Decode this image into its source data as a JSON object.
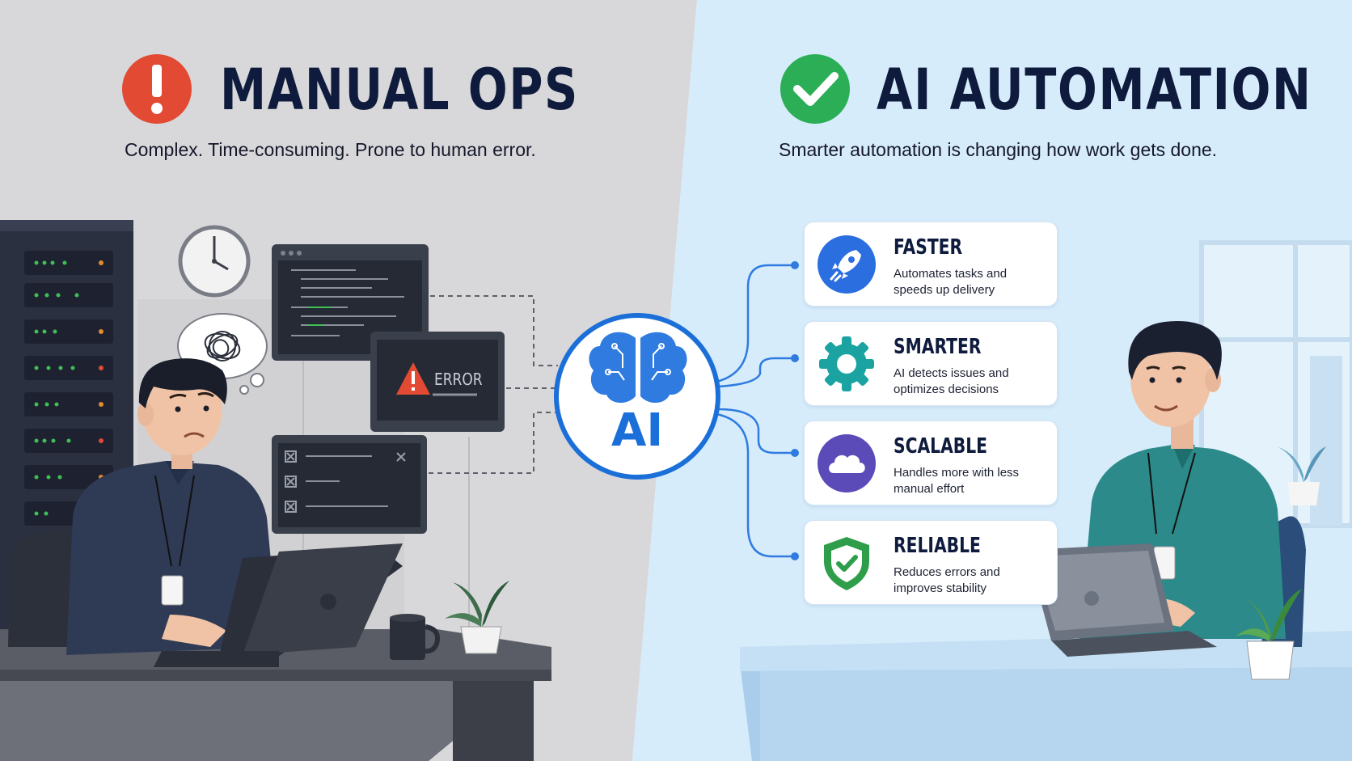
{
  "manual": {
    "title": "MANUAL OPS",
    "subtitle": "Complex. Time-consuming. Prone to human error.",
    "error_label": "ERROR"
  },
  "hub": {
    "label": "AI"
  },
  "automation": {
    "title": "AI AUTOMATION",
    "subtitle": "Smarter automation is changing how work gets done.",
    "features": [
      {
        "title": "FASTER",
        "desc": "Automates tasks and speeds up delivery",
        "icon": "rocket-icon",
        "color": "#2b6ee0"
      },
      {
        "title": "SMARTER",
        "desc": "AI detects issues and optimizes decisions",
        "icon": "gear-icon",
        "color": "#1aa3a0"
      },
      {
        "title": "SCALABLE",
        "desc": "Handles more with less manual effort",
        "icon": "cloud-icon",
        "color": "#5b4bb8"
      },
      {
        "title": "RELIABLE",
        "desc": "Reduces errors and improves stability",
        "icon": "shield-check-icon",
        "color": "#2e9e4b"
      }
    ]
  },
  "colors": {
    "alert_red": "#e24a33",
    "success_green": "#2bae55",
    "ai_blue": "#1b6fd8",
    "title_navy": "#0f1b3d"
  }
}
